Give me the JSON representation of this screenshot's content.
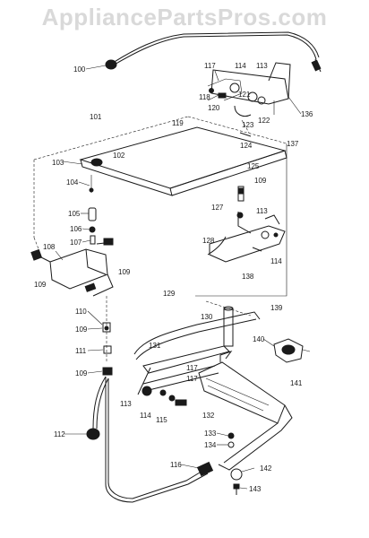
{
  "watermark": "AppliancePartsPros.com",
  "labels": {
    "p100": "100",
    "p101": "101",
    "p102": "102",
    "p103": "103",
    "p104": "104",
    "p105": "105",
    "p106": "106",
    "p107": "107",
    "p108": "108",
    "p109a": "109",
    "p109b": "109",
    "p109c": "109",
    "p109d": "109",
    "p109e": "109",
    "p110": "110",
    "p111": "111",
    "p112": "112",
    "p113a": "113",
    "p113b": "113",
    "p113c": "113",
    "p114a": "114",
    "p114b": "114",
    "p114c": "114",
    "p115": "115",
    "p116": "116",
    "p117a": "117",
    "p117b": "117",
    "p117c": "117",
    "p118": "118",
    "p119": "119",
    "p120": "120",
    "p121": "121",
    "p122": "122",
    "p123": "123",
    "p124": "124",
    "p125": "125",
    "p127": "127",
    "p128": "128",
    "p129": "129",
    "p130": "130",
    "p131": "131",
    "p132": "132",
    "p133": "133",
    "p134": "134",
    "p136": "136",
    "p137": "137",
    "p138": "138",
    "p139": "139",
    "p140": "140",
    "p141": "141",
    "p142": "142",
    "p143": "143"
  }
}
